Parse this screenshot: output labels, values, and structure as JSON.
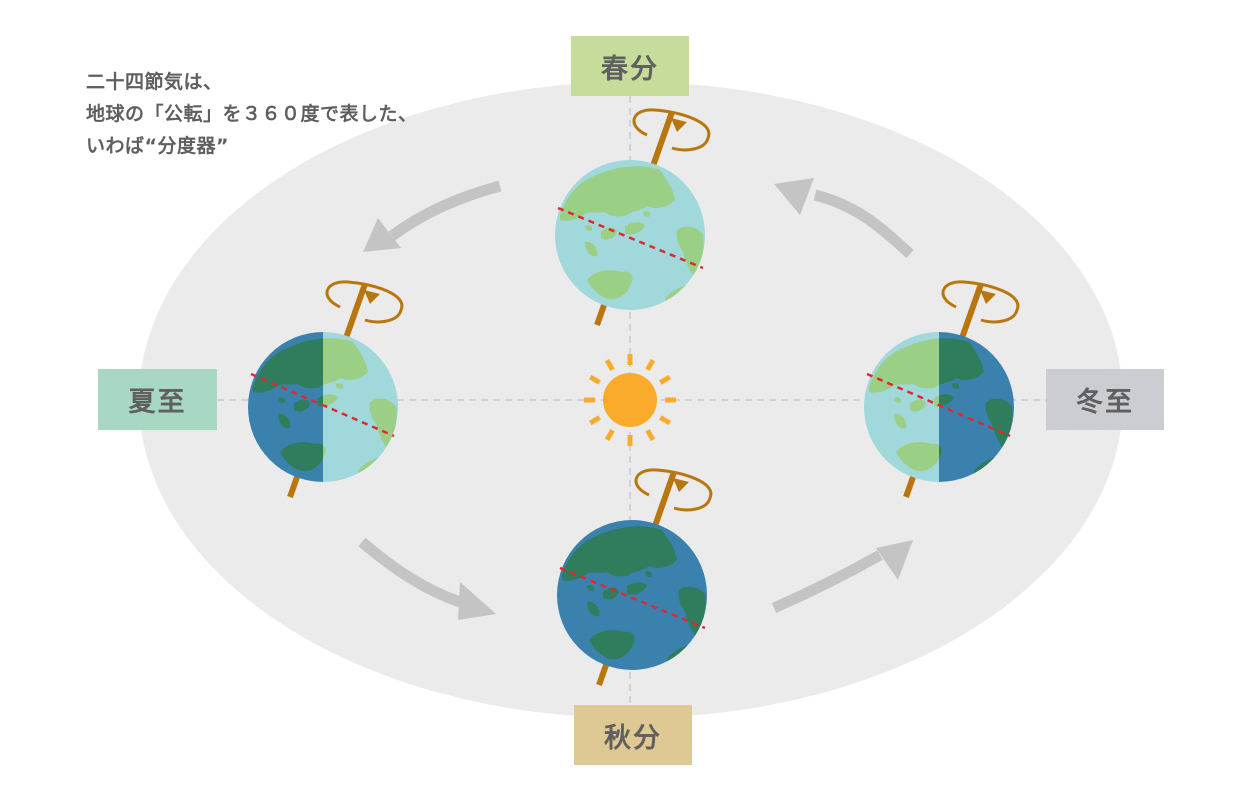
{
  "intro": {
    "lines": [
      "二十四節気は、",
      "地球の「公転」を３６０度で表した、",
      "いわば“分度器”"
    ]
  },
  "labels": {
    "spring_equinox": "春分",
    "summer_solstice": "夏至",
    "autumn_equinox": "秋分",
    "winter_solstice": "冬至"
  },
  "colors": {
    "orbit_fill": "#efefef",
    "spring_label_bg": "#c6dc9a",
    "summer_label_bg": "#a8d8c4",
    "autumn_label_bg": "#dec894",
    "winter_label_bg": "#ccccd3",
    "sun": "#fbab2b",
    "axis": "#b8770e",
    "equator": "#e0282d",
    "ocean_light": "#a0d8dc",
    "land_light": "#9bcf86",
    "ocean_dark": "#3a82ad",
    "land_dark": "#2f7d5c",
    "arrow": "#c4c4c4",
    "guide_line": "#c6c9d6",
    "text": "#5f5f5f"
  },
  "earths": [
    {
      "name": "spring",
      "lit": "full"
    },
    {
      "name": "summer",
      "lit": "right-half"
    },
    {
      "name": "winter",
      "lit": "left-half"
    },
    {
      "name": "autumn",
      "lit": "none"
    }
  ],
  "icons": {
    "sun": "sun-icon",
    "earth": "earth-icon",
    "rotation": "rotation-arrow-icon",
    "orbit_arrow": "orbit-arrow-icon"
  }
}
